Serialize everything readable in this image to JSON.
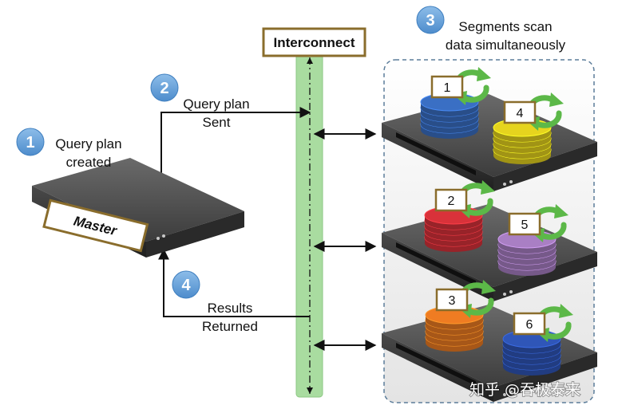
{
  "steps": [
    {
      "number": "1",
      "label_lines": [
        "Query plan",
        "created"
      ]
    },
    {
      "number": "2",
      "label_lines": [
        "Query plan",
        "Sent"
      ]
    },
    {
      "number": "3",
      "label_lines": [
        "Segments scan",
        "data simultaneously"
      ]
    },
    {
      "number": "4",
      "label_lines": [
        "Results",
        "Returned"
      ]
    }
  ],
  "interconnect_label": "Interconnect",
  "master_label": "Master",
  "segments": [
    {
      "label": "1",
      "color": "#3a6fc4"
    },
    {
      "label": "4",
      "color": "#e6d41e"
    },
    {
      "label": "2",
      "color": "#d9323a"
    },
    {
      "label": "5",
      "color": "#a97fc4"
    },
    {
      "label": "3",
      "color": "#ef7c22"
    },
    {
      "label": "6",
      "color": "#2f56b8"
    }
  ],
  "colors": {
    "step_circle": "#5b9bd5",
    "interconnect_bar": "#a9dca0",
    "interconnect_box_border": "#8a6d2c",
    "arrow": "#111111",
    "refresh": "#5cb848",
    "server": "#3b3b3b"
  },
  "watermark": "知乎 @吞极泰来"
}
